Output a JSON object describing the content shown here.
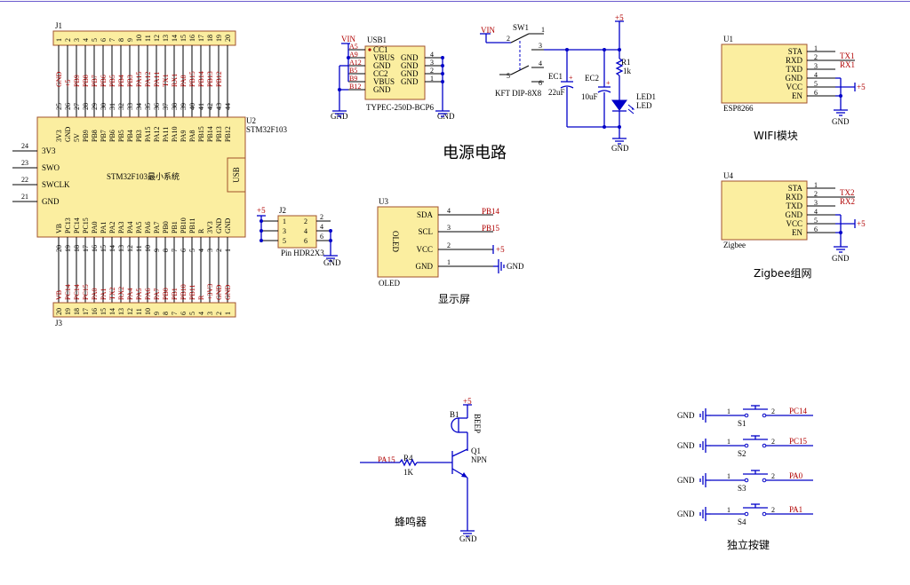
{
  "sections": {
    "power": "电源电路",
    "wifi": "WIFI模块",
    "zigbee": "Zigbee组网",
    "display": "显示屏",
    "buzzer": "蜂鸣器",
    "keys": "独立按键"
  },
  "j1": {
    "ref": "J1",
    "pins": [
      "1",
      "2",
      "3",
      "4",
      "5",
      "6",
      "7",
      "8",
      "9",
      "10",
      "11",
      "12",
      "13",
      "14",
      "15",
      "16",
      "17",
      "18",
      "19",
      "20"
    ],
    "nets": [
      "GND",
      "+5",
      "PB9",
      "PB8",
      "PB7",
      "PB6",
      "PB5",
      "PB4",
      "PB3",
      "PA15",
      "PA12",
      "PA11",
      "TX1",
      "RX1",
      "PA8",
      "PB15",
      "PB14",
      "PB13",
      "PB12",
      ""
    ]
  },
  "j3": {
    "ref": "J3",
    "pins": [
      "20",
      "19",
      "18",
      "17",
      "16",
      "15",
      "14",
      "13",
      "12",
      "11",
      "10",
      "9",
      "8",
      "7",
      "6",
      "5",
      "4",
      "3",
      "2",
      "1"
    ],
    "nets": [
      "VB",
      "PC14",
      "PC14",
      "PC15",
      "PA0",
      "PA1",
      "TX2",
      "RX2",
      "PA4",
      "PA5",
      "PA6",
      "PA7",
      "PB0",
      "PB1",
      "PB10",
      "PB11",
      "R",
      "+3V3",
      "GND",
      "GND"
    ]
  },
  "mcu": {
    "ref": "U2",
    "value": "STM32F103",
    "title": "STM32F103最小系统",
    "usb": "USB",
    "top_nums": [
      "25",
      "26",
      "27",
      "28",
      "29",
      "30",
      "31",
      "32",
      "33",
      "34",
      "35",
      "36",
      "37",
      "38",
      "39",
      "40",
      "41",
      "42",
      "43",
      "44"
    ],
    "top_names": [
      "3V3",
      "GND",
      "5V",
      "PB9",
      "PB8",
      "PB7",
      "PB6",
      "PB5",
      "PB4",
      "PB3",
      "PA15",
      "PA12",
      "PA11",
      "PA10",
      "PA9",
      "PA8",
      "PB15",
      "PB14",
      "PB13",
      "PB12"
    ],
    "bot_nums": [
      "20",
      "19",
      "18",
      "17",
      "16",
      "15",
      "14",
      "13",
      "12",
      "11",
      "10",
      "9",
      "8",
      "7",
      "6",
      "5",
      "4",
      "3",
      "2",
      "1"
    ],
    "bot_names": [
      "VB",
      "PC13",
      "PC14",
      "PC15",
      "PA0",
      "PA1",
      "PA2",
      "PA3",
      "PA4",
      "PA5",
      "PA6",
      "PA7",
      "PB0",
      "PB1",
      "PB10",
      "PB11",
      "R",
      "3V3",
      "GND",
      "GND"
    ],
    "left": [
      {
        "num": "24",
        "name": "3V3"
      },
      {
        "num": "23",
        "name": "SWO"
      },
      {
        "num": "22",
        "name": "SWCLK"
      },
      {
        "num": "21",
        "name": "GND"
      }
    ]
  },
  "j2": {
    "ref": "J2",
    "value": "Pin HDR2X3",
    "left": [
      "1",
      "3",
      "5"
    ],
    "right": [
      "2",
      "4",
      "6"
    ],
    "rnums": [
      "2",
      "4",
      "6"
    ],
    "net": "+5",
    "gnd": "GND"
  },
  "usb1": {
    "ref": "USB1",
    "value": "TYPEC-250D-BCP6",
    "lpins": [
      "A5",
      "A9",
      "A12",
      "B5",
      "B9",
      "B12"
    ],
    "lnames": [
      "CC1",
      "VBUS",
      "GND",
      "CC2",
      "VBUS",
      "GND"
    ],
    "rnames": [
      "GND",
      "GND",
      "GND",
      "GND"
    ],
    "rnums": [
      "4",
      "3",
      "2",
      "1"
    ],
    "vin": "VIN",
    "gnd": "GND"
  },
  "sw1": {
    "ref": "SW1",
    "value": "KFT DIP-8X8",
    "vin": "VIN",
    "pins": [
      "1",
      "2",
      "3",
      "4",
      "5",
      "6"
    ]
  },
  "ec1": {
    "ref": "EC1",
    "value": "22uF"
  },
  "ec2": {
    "ref": "EC2",
    "value": "10uF"
  },
  "r1": {
    "ref": "R1",
    "value": "1k"
  },
  "led1": {
    "ref": "LED1",
    "value": "LED"
  },
  "pwr": {
    "p5": "+5",
    "gnd": "GND"
  },
  "u1": {
    "ref": "U1",
    "value": "ESP8266",
    "pins": [
      "STA",
      "RXD",
      "TXD",
      "GND",
      "VCC",
      "EN"
    ],
    "nums": [
      "1",
      "2",
      "3",
      "4",
      "5",
      "6"
    ],
    "nets": [
      "TX1",
      "RX1"
    ],
    "p5": "+5",
    "gnd": "GND"
  },
  "u4": {
    "ref": "U4",
    "value": "Zigbee",
    "pins": [
      "STA",
      "RXD",
      "TXD",
      "GND",
      "VCC",
      "EN"
    ],
    "nums": [
      "1",
      "2",
      "3",
      "4",
      "5",
      "6"
    ],
    "nets": [
      "TX2",
      "RX2"
    ],
    "p5": "+5",
    "gnd": "GND"
  },
  "u3": {
    "ref": "U3",
    "value": "OLED",
    "name": "OLED",
    "pins": [
      "SDA",
      "SCL",
      "VCC",
      "GND"
    ],
    "nums": [
      "4",
      "3",
      "2",
      "1"
    ],
    "nets": [
      "PB14",
      "PB15",
      "+5",
      "GND"
    ]
  },
  "b1": {
    "ref": "B1",
    "value": "BEEP",
    "p5": "+5"
  },
  "q1": {
    "ref": "Q1",
    "value": "NPN"
  },
  "r4": {
    "ref": "R4",
    "value": "1K",
    "net": "PA15",
    "gnd": "GND"
  },
  "keys": [
    {
      "ref": "S1",
      "net": "PC14",
      "gnd": "GND",
      "p1": "1",
      "p2": "2"
    },
    {
      "ref": "S2",
      "net": "PC15",
      "gnd": "GND",
      "p1": "1",
      "p2": "2"
    },
    {
      "ref": "S3",
      "net": "PA0",
      "gnd": "GND",
      "p1": "1",
      "p2": "2"
    },
    {
      "ref": "S4",
      "net": "PA1",
      "gnd": "GND",
      "p1": "1",
      "p2": "2"
    }
  ]
}
